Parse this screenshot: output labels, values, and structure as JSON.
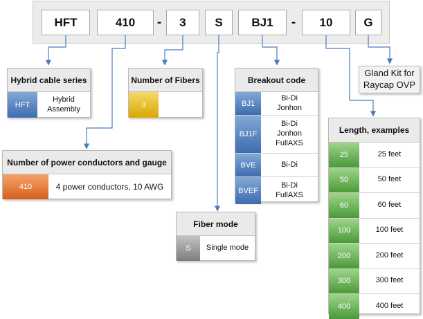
{
  "part_number": {
    "segments": [
      "HFT",
      "410",
      "-",
      "3",
      "S",
      "BJ1",
      "-",
      "10",
      "G"
    ]
  },
  "hybrid_cable_series": {
    "title": "Hybrid cable series",
    "rows": [
      {
        "code": "HFT",
        "desc": "Hybrid\nAssembly"
      }
    ]
  },
  "number_of_fibers": {
    "title": "Number of Fibers",
    "rows": [
      {
        "code": "3"
      }
    ]
  },
  "breakout_code": {
    "title": "Breakout code",
    "rows": [
      {
        "code": "BJ1",
        "desc": "Bi-Di\nJonhon"
      },
      {
        "code": "BJ1F",
        "desc": "Bi-Di\nJonhon\nFullAXS"
      },
      {
        "code": "BVE",
        "desc": "Bi-Di"
      },
      {
        "code": "BVEF",
        "desc": "Bi-Di\nFullAXS"
      }
    ]
  },
  "gland_kit": {
    "label": "Gland Kit for\nRaycap OVP"
  },
  "power_conductors": {
    "title": "Number of power conductors and gauge",
    "rows": [
      {
        "code": "410",
        "desc": "4 power conductors, 10 AWG"
      }
    ]
  },
  "fiber_mode": {
    "title": "Fiber mode",
    "rows": [
      {
        "code": "S",
        "desc": "Single mode"
      }
    ]
  },
  "length_examples": {
    "title": "Length, examples",
    "rows": [
      {
        "code": "25",
        "desc": "25 feet"
      },
      {
        "code": "50",
        "desc": "50 feet"
      },
      {
        "code": "60",
        "desc": "60 feet"
      },
      {
        "code": "100",
        "desc": "100 feet"
      },
      {
        "code": "200",
        "desc": "200 feet"
      },
      {
        "code": "300",
        "desc": "300 feet"
      },
      {
        "code": "400",
        "desc": "400 feet"
      }
    ]
  },
  "colors": {
    "connector": "#4a7bbd",
    "series_code": "#3d6cb0",
    "fibers_code": "#d8a800",
    "power_code": "#d75f1c",
    "mode_code": "#7d7d7d",
    "length_code": "#4a9a38"
  }
}
